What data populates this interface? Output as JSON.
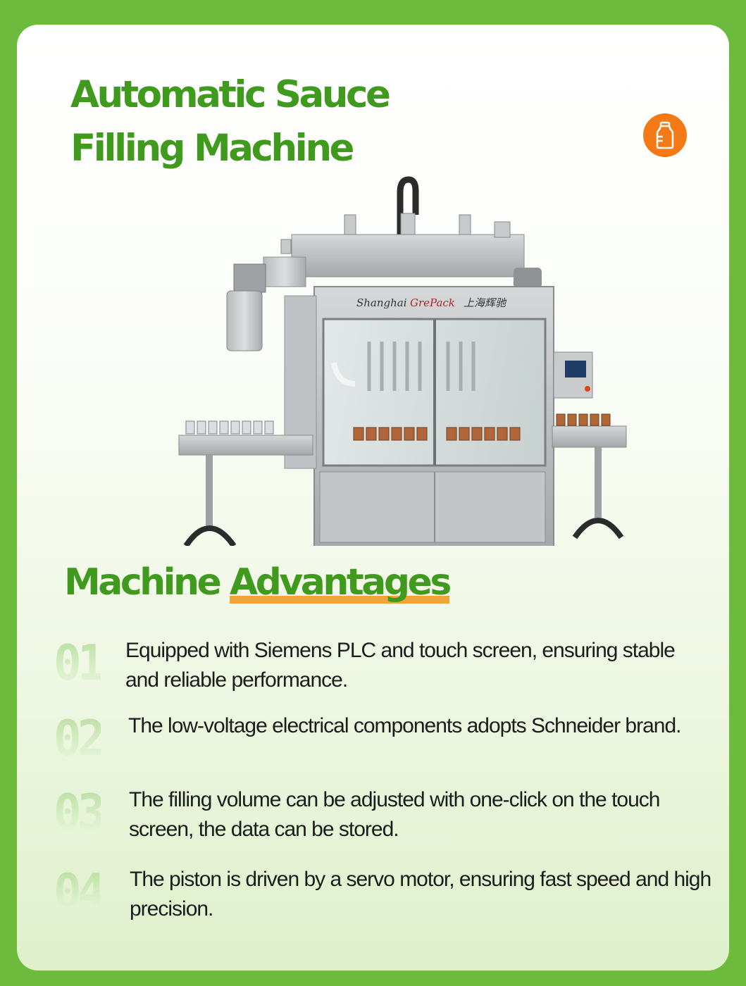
{
  "title": {
    "line1": "Automatic Sauce",
    "line2": "Filling Machine"
  },
  "icon": "bottle-icon",
  "machine_label": {
    "brand_prefix": "Shanghai",
    "brand_name": "GrePack",
    "brand_chinese": "上海辉驰"
  },
  "advantages": {
    "heading_part1": "Machine",
    "heading_part2": "Advantages",
    "items": [
      {
        "num": "01",
        "text": "Equipped with Siemens PLC and touch screen, ensuring stable and reliable performance."
      },
      {
        "num": "02",
        "text": "The low-voltage electrical components adopts Schneider brand."
      },
      {
        "num": "03",
        "text": "The filling volume can be adjusted with one-click on the touch screen, the data can be stored."
      },
      {
        "num": "04",
        "text": "The piston is driven by a servo motor, ensuring fast speed and high precision."
      }
    ]
  },
  "colors": {
    "border_green": "#6cbb3c",
    "title_green": "#3f9a1e",
    "accent_orange": "#f47a17"
  }
}
